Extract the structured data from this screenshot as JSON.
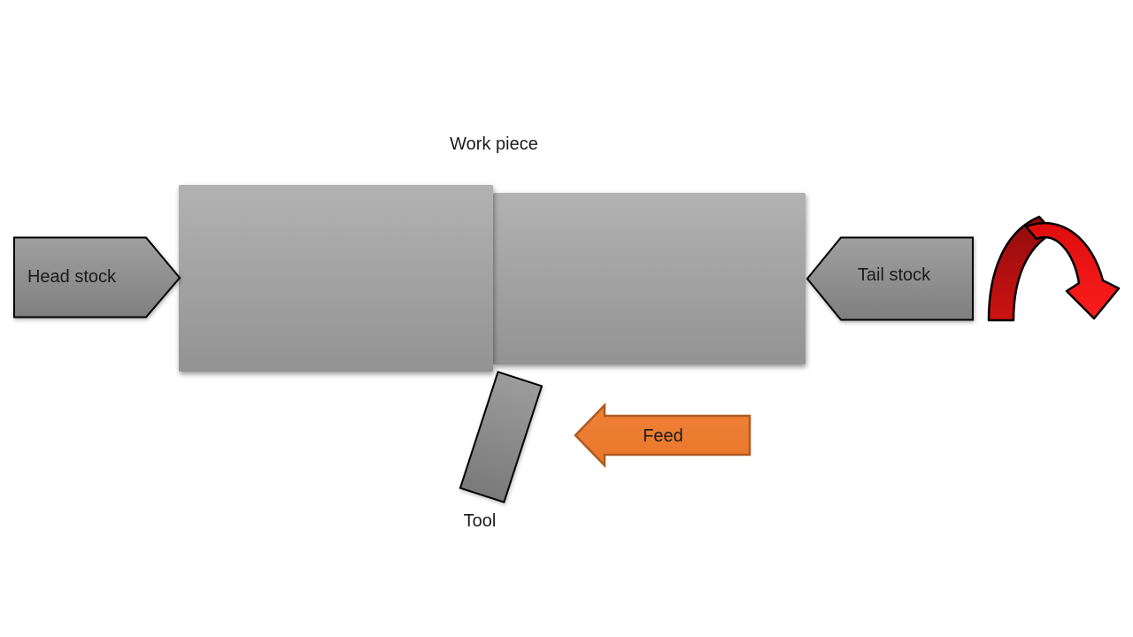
{
  "diagram": {
    "type": "lathe-turning-operation",
    "labels": {
      "work_piece": "Work piece",
      "head_stock": "Head stock",
      "tail_stock": "Tail stock",
      "tool": "Tool",
      "feed": "Feed"
    },
    "colors": {
      "background": "#ffffff",
      "label_text": "#1b1b1b",
      "outline": "#000000",
      "workpiece_from": "#b2b2b2",
      "workpiece_to": "#939393",
      "stock_from": "#a0a0a0",
      "stock_to": "#7f7f7f",
      "tool_from": "#9c9c9c",
      "tool_to": "#7a7a7a",
      "feed_fill_from": "#EF8137",
      "feed_fill_to": "#E9772B",
      "feed_border": "#AE5A21",
      "rotation_back_from": "#900c0c",
      "rotation_back_to": "#ce1212",
      "rotation_front_from": "#de0d0d",
      "rotation_front_to": "#fb1d1d"
    }
  }
}
